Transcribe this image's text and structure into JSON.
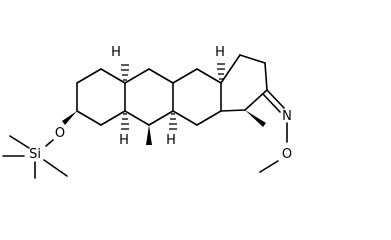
{
  "molecule": {
    "atoms": {
      "o_ether": "O",
      "si": "Si",
      "n_oxime": "N",
      "o_oxime": "O",
      "h_5": "H",
      "h_9": "H",
      "h_8": "H",
      "h_14": "H"
    }
  }
}
